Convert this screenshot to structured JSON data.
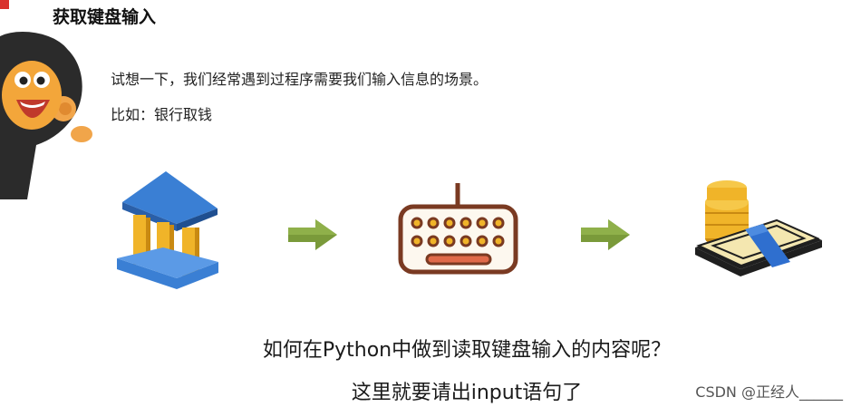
{
  "title": "获取键盘输入",
  "lines": {
    "intro": "试想一下，我们经常遇到过程序需要我们输入信息的场景。",
    "example": "比如：银行取钱"
  },
  "flow": {
    "steps": [
      "bank-icon",
      "keyboard-icon",
      "money-icon"
    ],
    "arrow_color": "#7a9a3a"
  },
  "questions": {
    "q1": "如何在Python中做到读取键盘输入的内容呢？",
    "q2": "这里就要请出input语句了"
  },
  "watermark": "CSDN @正经人______",
  "colors": {
    "accent_red": "#d9302c",
    "bank_blue": "#3a7fd4",
    "gold": "#f0b429",
    "key_brown": "#7a3a22",
    "bar_red": "#e06a4a"
  }
}
